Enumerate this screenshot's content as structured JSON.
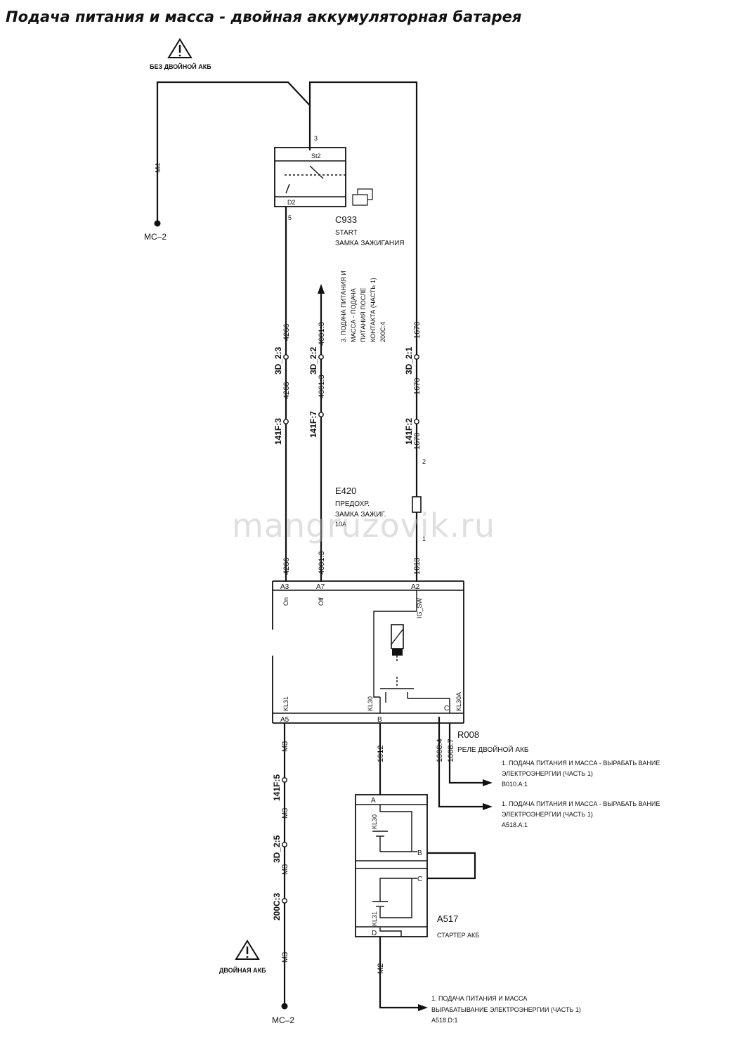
{
  "title": "Подача питания и масса - двойная аккумуляторная батарея",
  "watermark": "mangruzovik.ru",
  "warning_top": "БЕЗ ДВОЙНОЙ АКБ",
  "warning_bottom": "ДВОЙНАЯ АКБ",
  "ground_top": "MC–2",
  "ground_bottom": "MC–2",
  "c933": {
    "id": "C933",
    "line1": "START",
    "line2": "ЗАМКА ЗАЖИГАНИЯ",
    "pin_st2": "St2",
    "pin_d2": "D2",
    "pin_num_3": "3",
    "pin_num_5": "5"
  },
  "ref_4001": {
    "line1": "3. ПОДАЧА ПИТАНИЯ И",
    "line2": "МАССА - ПОДАЧА",
    "line3": "ПИТАНИЯ ПОСЛЕ",
    "line4": "КОНТАКТА (ЧАСТЬ 1)",
    "line5": "200C:4"
  },
  "e420": {
    "id": "E420",
    "line1": "ПРЕДОХР.",
    "line2": "ЗАМКА ЗАЖИГ.",
    "line3": "10A",
    "pin_top": "2",
    "pin_bottom": "1"
  },
  "wires": {
    "w_m4": "M4",
    "w4266a": "4266",
    "w4266b": "4266",
    "w4266c": "4266",
    "w4001a": "4001:3",
    "w4001b": "4001:3",
    "w4001c": "4001:3",
    "w1670a": "1670",
    "w1670b": "1670",
    "w1670c": "1670",
    "w1013": "1013",
    "w1012": "1012",
    "w1008_4": "1008:4",
    "w1008_7": "1008:7",
    "m3a": "M3",
    "m3b": "M3",
    "m3c": "M3",
    "m3d": "M3",
    "m2": "M2"
  },
  "connectors": {
    "c3d_23": "3D_2:3",
    "c141f_3": "141F:3",
    "c3d_22": "3D_2:2",
    "c141f_7": "141F:7",
    "c3d_21": "3D_2:1",
    "c141f_2": "141F:2",
    "c141f_5": "141F:5",
    "c3d_25": "3D_2:5",
    "c200c_3": "200C:3"
  },
  "r008": {
    "id": "R008",
    "name": "РЕЛЕ ДВОЙНОЙ АКБ",
    "pin_a3": "A3",
    "pin_a7": "A7",
    "pin_a2": "A2",
    "pin_on": "On",
    "pin_off": "Off",
    "pin_igsw": "IG_SW",
    "pin_kl31": "KL31",
    "pin_kl30": "KL30",
    "pin_kl30a": "KL30A",
    "pin_a5": "A5",
    "pin_b": "B",
    "pin_c": "C"
  },
  "ref_b010": {
    "line1": "1. ПОДАЧА ПИТАНИЯ И МАССА - ВЫРАБАТЬ ВАНИЕ",
    "line2": "ЭЛЕКТРОЭНЕРГИИ (ЧАСТЬ 1)",
    "line3": "B010.A:1"
  },
  "ref_a518a": {
    "line1": "1. ПОДАЧА ПИТАНИЯ И МАССА - ВЫРАБАТЬ ВАНИЕ",
    "line2": "ЭЛЕКТРОЭНЕРГИИ (ЧАСТЬ 1)",
    "line3": "A518.A:1"
  },
  "a517": {
    "id": "A517",
    "name": "СТАРТЕР АКБ",
    "pin_a": "A",
    "pin_b": "B",
    "pin_c": "C",
    "pin_d": "D",
    "pin_kl30": "KL30",
    "pin_kl31": "KL31"
  },
  "ref_a518d": {
    "line1": "1. ПОДАЧА ПИТАНИЯ И МАССА",
    "line2": "ВЫРАБАТЫВАНИЕ ЭЛЕКТРОЭНЕРГИИ (ЧАСТЬ 1)",
    "line3": "A518.D:1"
  },
  "colors": {
    "ink": "#111111",
    "watermark": "#b9b9b9"
  },
  "icons": [
    "warning-triangle-icon",
    "ground-dot-icon",
    "fuse-icon",
    "relay-coil-icon",
    "battery-icon",
    "arrow-icon"
  ]
}
